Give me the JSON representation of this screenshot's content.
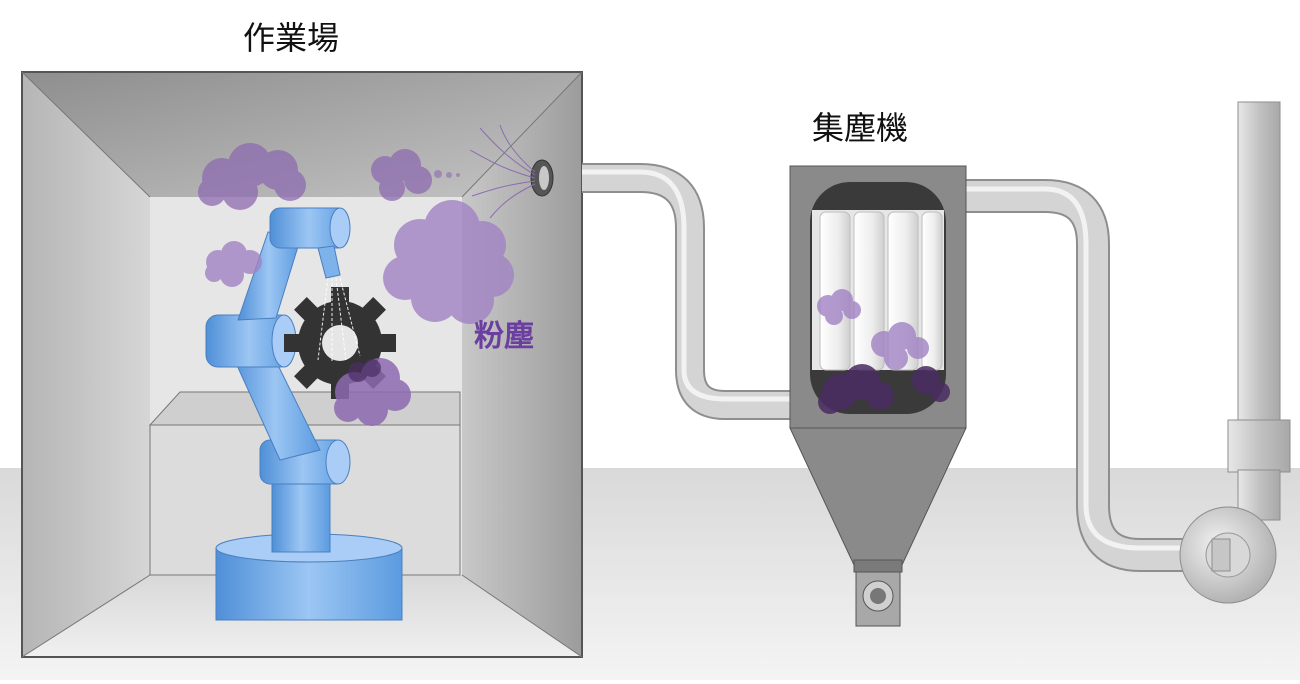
{
  "labels": {
    "workshop": "作業場",
    "dust_collector": "集塵機",
    "dust": "粉塵"
  },
  "colors": {
    "dust": "#8d6bb0",
    "dust_dark": "#4a2c63",
    "robot": "#5b9be0",
    "robot_light": "#a9cdf6",
    "room_wall": "#9e9e9e",
    "room_back": "#e6e6e6",
    "collector_body": "#8a8a8a",
    "pipe": "#cfcfcf",
    "gear": "#333333",
    "label_dust": "#6b3fa0"
  }
}
